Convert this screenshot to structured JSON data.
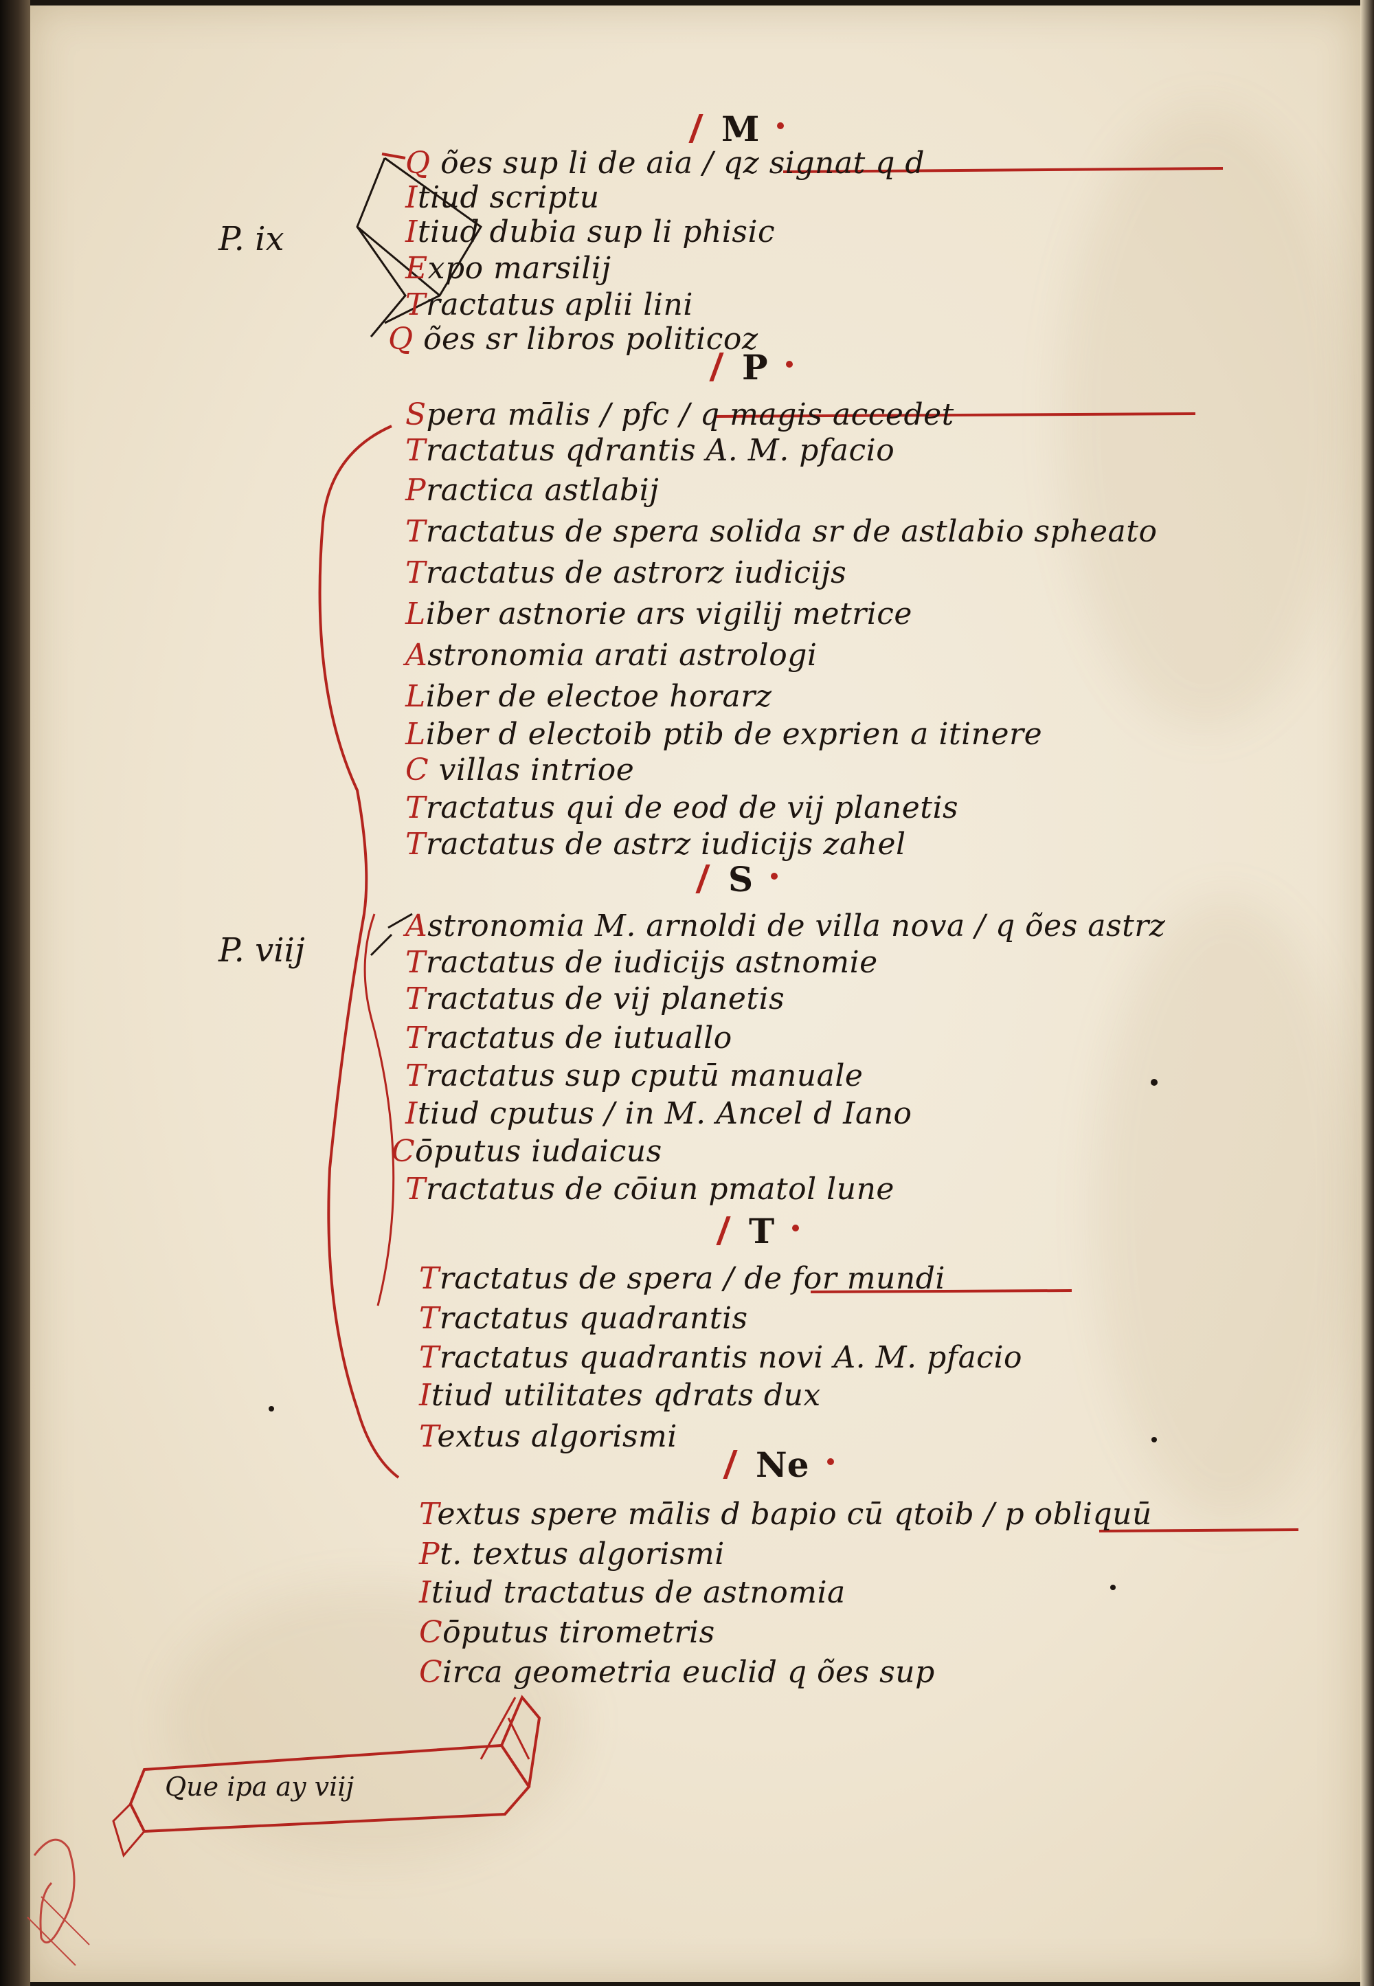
{
  "sections": [
    {
      "heading": "M",
      "shelfmark": "P. ix",
      "entries": [
        {
          "initial": "Q",
          "text": "Q ões sup li de aia / qz signat q d"
        },
        {
          "initial": "I",
          "text": "Itiud scriptu"
        },
        {
          "initial": "I",
          "text": "Itiud dubia sup li phisic"
        },
        {
          "initial": "E",
          "text": "Expo marsilij"
        },
        {
          "initial": "T",
          "text": "Tractatus aplii lini"
        },
        {
          "initial": "Q",
          "text": "Q ões sr libros politicoz"
        }
      ]
    },
    {
      "heading": "P",
      "shelfmark": "",
      "entries": [
        {
          "initial": "S",
          "text": "Spera mālis / pfc / q magis accedet"
        },
        {
          "initial": "T",
          "text": "Tractatus qdrantis A. M. pfacio"
        },
        {
          "initial": "P",
          "text": "Practica astlabij"
        },
        {
          "initial": "T",
          "text": "Tractatus de spera solida sr de astlabio spheato"
        },
        {
          "initial": "T",
          "text": "Tractatus de astrorz iudicijs"
        },
        {
          "initial": "L",
          "text": "Liber astnorie ars vigilij metrice"
        },
        {
          "initial": "A",
          "text": "Astronomia arati astrologi"
        },
        {
          "initial": "L",
          "text": "Liber de electoe horarz"
        },
        {
          "initial": "L",
          "text": "Liber d electoib ptib de exprien a itinere"
        },
        {
          "initial": "C",
          "text": "C villas intrioe"
        },
        {
          "initial": "T",
          "text": "Tractatus qui de eod de vij planetis"
        },
        {
          "initial": "T",
          "text": "Tractatus de astrz iudicijs zahel"
        }
      ]
    },
    {
      "heading": "S",
      "shelfmark": "P. viij",
      "entries": [
        {
          "initial": "A",
          "text": "Astronomia M. arnoldi de villa nova / q ões astrz"
        },
        {
          "initial": "T",
          "text": "Tractatus de iudicijs astnomie"
        },
        {
          "initial": "T",
          "text": "Tractatus de vij planetis"
        },
        {
          "initial": "T",
          "text": "Tractatus de iutuallo"
        },
        {
          "initial": "T",
          "text": "Tractatus sup cputū manuale"
        },
        {
          "initial": "I",
          "text": "Itiud cputus / in M. Ancel d Iano"
        },
        {
          "initial": "C",
          "text": "Cōputus iudaicus"
        },
        {
          "initial": "T",
          "text": "Tractatus de cōiun pmatol lune"
        }
      ]
    },
    {
      "heading": "T",
      "shelfmark": "",
      "entries": [
        {
          "initial": "T",
          "text": "Tractatus de spera / de for mundi"
        },
        {
          "initial": "T",
          "text": "Tractatus quadrantis"
        },
        {
          "initial": "T",
          "text": "Tractatus quadrantis novi A. M. pfacio"
        },
        {
          "initial": "I",
          "text": "Itiud utilitates qdrats dux"
        },
        {
          "initial": "T",
          "text": "Textus algorismi"
        }
      ]
    },
    {
      "heading": "Ne",
      "shelfmark": "",
      "entries": [
        {
          "initial": "T",
          "text": "Textus spere mālis d bapio cū qtoib / p obliquū"
        },
        {
          "initial": "P",
          "text": "Pt. textus algorismi"
        },
        {
          "initial": "I",
          "text": "Itiud tractatus de astnomia"
        },
        {
          "initial": "C",
          "text": "Cōputus tirometris"
        },
        {
          "initial": "C",
          "text": "Circa geometria euclid q ões sup"
        }
      ]
    }
  ],
  "footer_note": "Que ipa ay viij",
  "colors": {
    "parchment": "#efe5d1",
    "ink": "#1d1510",
    "rubric": "#b3241e"
  }
}
